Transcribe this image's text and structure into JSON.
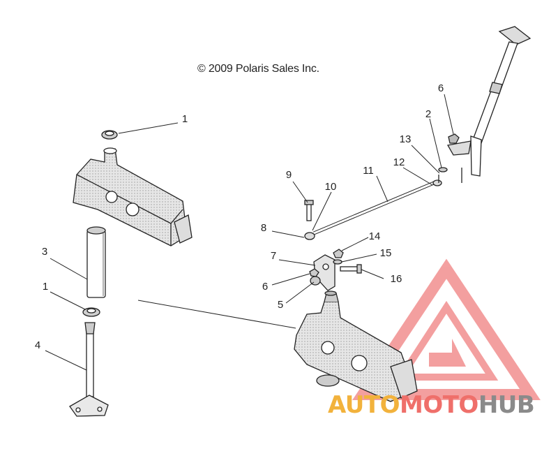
{
  "copyright": "© 2009 Polaris Sales Inc.",
  "callouts": [
    {
      "id": "c1a",
      "label": "1"
    },
    {
      "id": "c1b",
      "label": "1"
    },
    {
      "id": "c2",
      "label": "2"
    },
    {
      "id": "c3",
      "label": "3"
    },
    {
      "id": "c4",
      "label": "4"
    },
    {
      "id": "c5",
      "label": "5"
    },
    {
      "id": "c6a",
      "label": "6"
    },
    {
      "id": "c6b",
      "label": "6"
    },
    {
      "id": "c7",
      "label": "7"
    },
    {
      "id": "c8",
      "label": "8"
    },
    {
      "id": "c9",
      "label": "9"
    },
    {
      "id": "c10",
      "label": "10"
    },
    {
      "id": "c11",
      "label": "11"
    },
    {
      "id": "c12",
      "label": "12"
    },
    {
      "id": "c13",
      "label": "13"
    },
    {
      "id": "c14",
      "label": "14"
    },
    {
      "id": "c15",
      "label": "15"
    },
    {
      "id": "c16",
      "label": "16"
    }
  ],
  "watermark": {
    "part1": "AUTO",
    "part2": "MOTO",
    "part3": "HUB",
    "colors": {
      "auto": "#f2b23c",
      "moto": "#ef6f6a",
      "hub": "#8a8a8a",
      "logo": "#f08080"
    }
  }
}
